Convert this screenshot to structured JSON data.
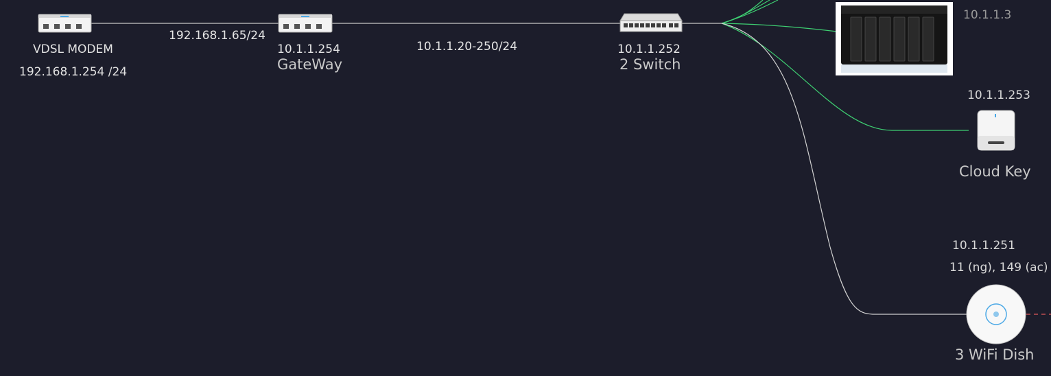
{
  "colors": {
    "background": "#1c1d2b",
    "wired_link": "#c8c8c8",
    "green_link": "#3ecf72",
    "wireless_link": "#e05a5a"
  },
  "nodes": {
    "modem": {
      "name": "VDSL MODEM",
      "ip": "192.168.1.254 /24",
      "icon": "router-icon"
    },
    "gateway": {
      "ip": "10.1.1.254",
      "name": "GateWay",
      "icon": "router-icon"
    },
    "switch": {
      "ip": "10.1.1.252",
      "name": "2 Switch",
      "icon": "switch-icon"
    },
    "nas": {
      "ip": "10.1.1.3",
      "icon": "nas-icon"
    },
    "cloudkey": {
      "ip": "10.1.1.253",
      "name": "Cloud Key",
      "icon": "cloud-key-icon"
    },
    "ap": {
      "ip": "10.1.1.251",
      "channels": "11 (ng), 149 (ac)",
      "name": "3 WiFi Dish",
      "icon": "access-point-icon"
    }
  },
  "links": {
    "modem_gateway": "192.168.1.65/24",
    "gateway_switch": "10.1.1.20-250/24"
  }
}
